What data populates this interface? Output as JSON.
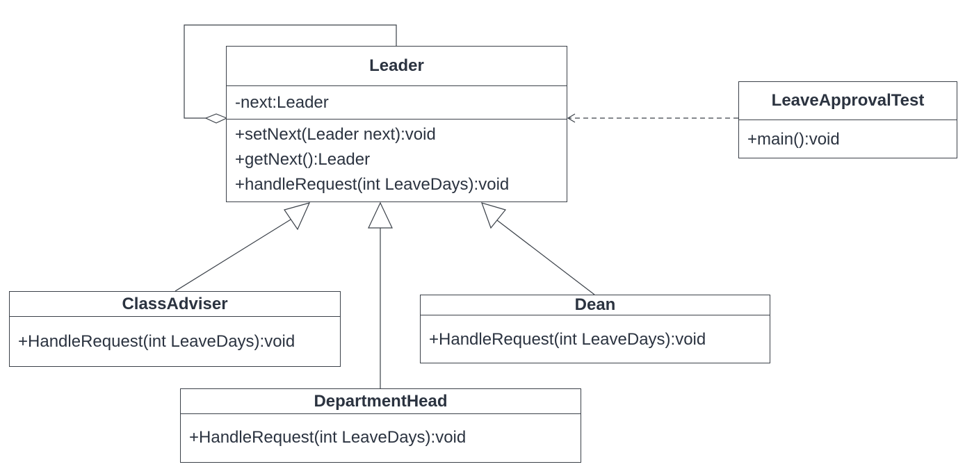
{
  "colors": {
    "line": "#3a4048",
    "text": "#2b3340",
    "background": "#ffffff"
  },
  "classes": {
    "leader": {
      "name": "Leader",
      "attributes": [
        "-next:Leader"
      ],
      "operations": [
        "+setNext(Leader next):void",
        "+getNext():Leader",
        "+handleRequest(int LeaveDays):void"
      ]
    },
    "test": {
      "name": "LeaveApprovalTest",
      "operations": [
        "+main():void"
      ]
    },
    "class_adviser": {
      "name": "ClassAdviser",
      "operations": [
        "+HandleRequest(int LeaveDays):void"
      ]
    },
    "department_head": {
      "name": "DepartmentHead",
      "operations": [
        "+HandleRequest(int LeaveDays):void"
      ]
    },
    "dean": {
      "name": "Dean",
      "operations": [
        "+HandleRequest(int LeaveDays):void"
      ]
    }
  }
}
